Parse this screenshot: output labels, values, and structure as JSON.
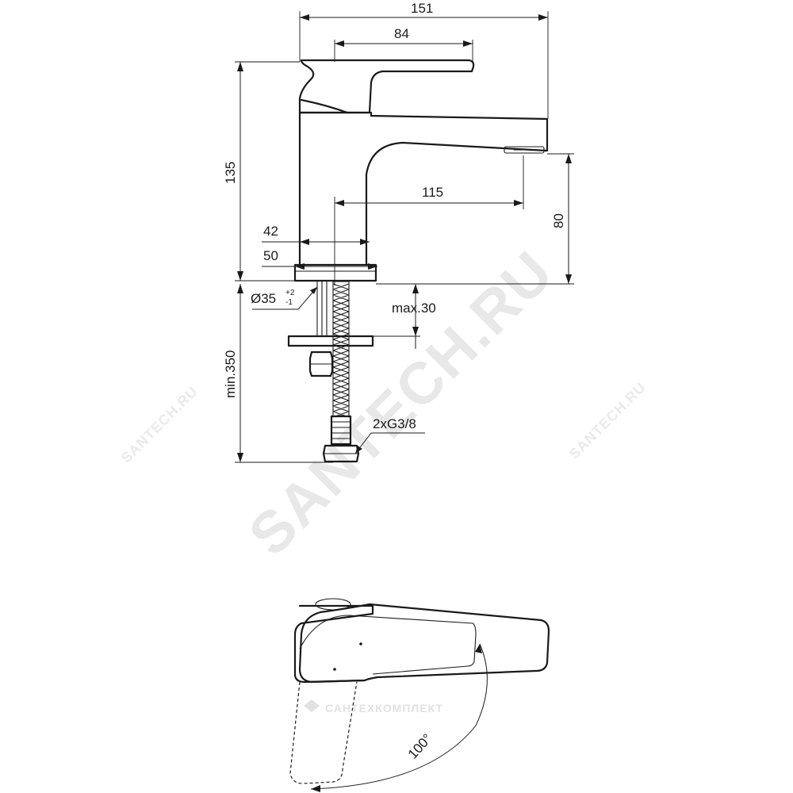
{
  "dimensions": {
    "overall_width": "151",
    "handle_length": "84",
    "body_height": "135",
    "spout_reach": "115",
    "spout_height": "80",
    "base_width_upper": "42",
    "base_width_lower": "50",
    "hole_diameter": "Ø35",
    "hole_tolerance_plus": "+2",
    "hole_tolerance_minus": "-1",
    "max_deck_thickness": "max.30",
    "hose_length": "min.350",
    "connection": "2xG3/8",
    "handle_rotation": "100°"
  },
  "watermarks": {
    "main": "SANTECH.RU",
    "left": "SANTECH.RU",
    "right": "SANTECH.RU",
    "logo": "САНТЕХКОМПЛЕКТ"
  }
}
